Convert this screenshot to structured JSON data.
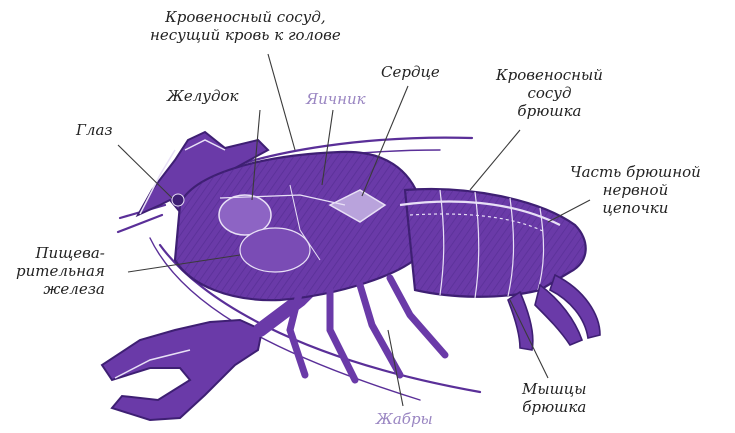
{
  "colors": {
    "body": "#6a3aa8",
    "body_dark": "#3e1f73",
    "highlight": "#e8e0f6",
    "leader": "#3a3a3a",
    "accent_label": "#9a86c2",
    "text": "#222222"
  },
  "labels": {
    "vessel_head": [
      "Кровеносный сосуд,",
      "несущий кровь к голове"
    ],
    "stomach": "Желудок",
    "ovary": "Яичник",
    "heart": "Сердце",
    "vessel_abdomen": [
      "Кровеносный",
      "сосуд",
      "брюшка"
    ],
    "eye": "Глаз",
    "nerve_chain": [
      "Часть брюшной",
      "нервной",
      "цепочки"
    ],
    "digestive_gland": [
      "Пищева-",
      "рительная",
      "железа"
    ],
    "muscles": [
      "Мышцы",
      "брюшка"
    ],
    "gills": "Жабры"
  }
}
